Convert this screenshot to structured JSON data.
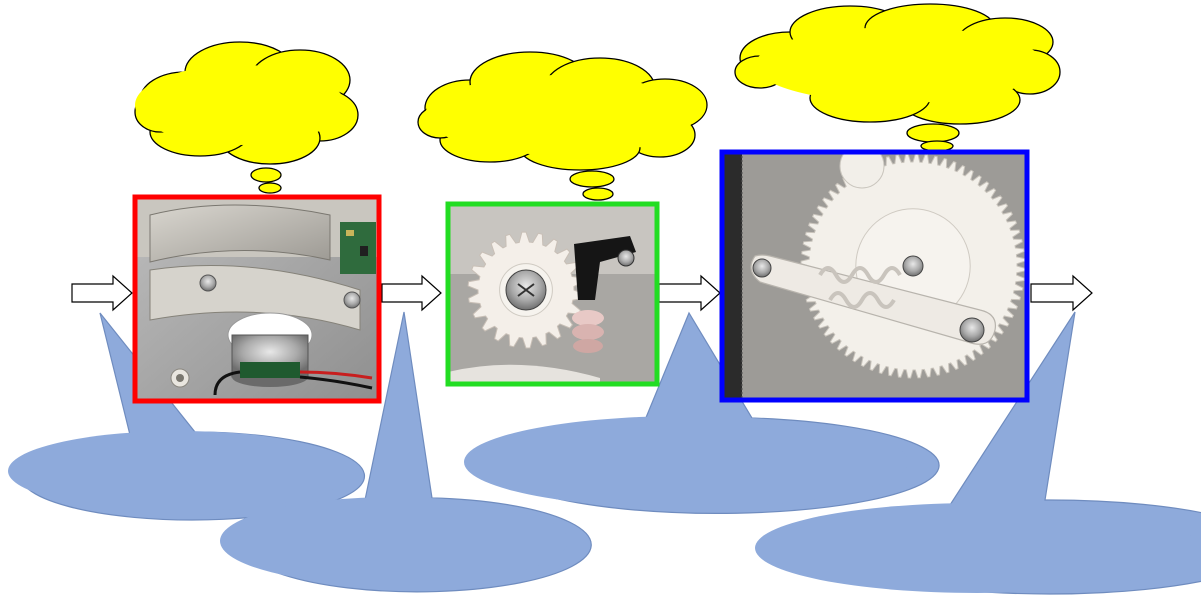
{
  "colors": {
    "background": "#ffffff",
    "thought_bubble_fill": "#ffff00",
    "speech_bubble_fill": "#8eaadb",
    "frame_stage1": "#ff0000",
    "frame_stage2": "#22dd22",
    "frame_stage3": "#0000ff",
    "arrow_fill": "#ffffff",
    "outline": "#000000"
  },
  "stages": [
    {
      "id": "stage-1",
      "photo_subject": "motor-assembly-with-circuit-board",
      "frame_color": "red"
    },
    {
      "id": "stage-2",
      "photo_subject": "small-pinion-gear-and-worm",
      "frame_color": "green"
    },
    {
      "id": "stage-3",
      "photo_subject": "large-spur-gear-with-lever-arm",
      "frame_color": "blue"
    }
  ],
  "thought_bubbles": [
    {
      "stage": "stage-1",
      "text": ""
    },
    {
      "stage": "stage-2",
      "text": ""
    },
    {
      "stage": "stage-3",
      "text": ""
    }
  ],
  "speech_bubbles": [
    {
      "points_to": "input-arrow",
      "text": ""
    },
    {
      "points_to": "arrow-1-2",
      "text": ""
    },
    {
      "points_to": "arrow-2-3",
      "text": ""
    },
    {
      "points_to": "output-arrow",
      "text": ""
    }
  ],
  "arrows": [
    "input-arrow",
    "arrow-1-2",
    "arrow-2-3",
    "output-arrow"
  ],
  "icons": {
    "arrow": "right-block-arrow-icon",
    "thought": "thought-cloud-icon",
    "speech": "speech-balloon-icon"
  }
}
